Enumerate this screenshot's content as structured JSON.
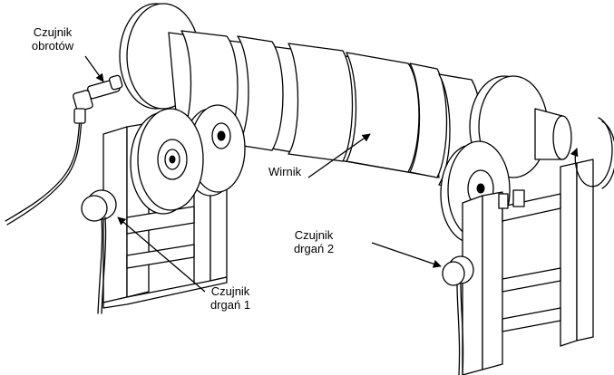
{
  "labels": {
    "speed_sensor_line1": "Czujnik",
    "speed_sensor_line2": "obrotów",
    "rotor": "Wirnik",
    "vib1_line1": "Czujnik",
    "vib1_line2": "drgań 1",
    "vib2_line1": "Czujnik",
    "vib2_line2": "drgań 2"
  },
  "colors": {
    "line": "#000000",
    "background": "#ffffff"
  }
}
